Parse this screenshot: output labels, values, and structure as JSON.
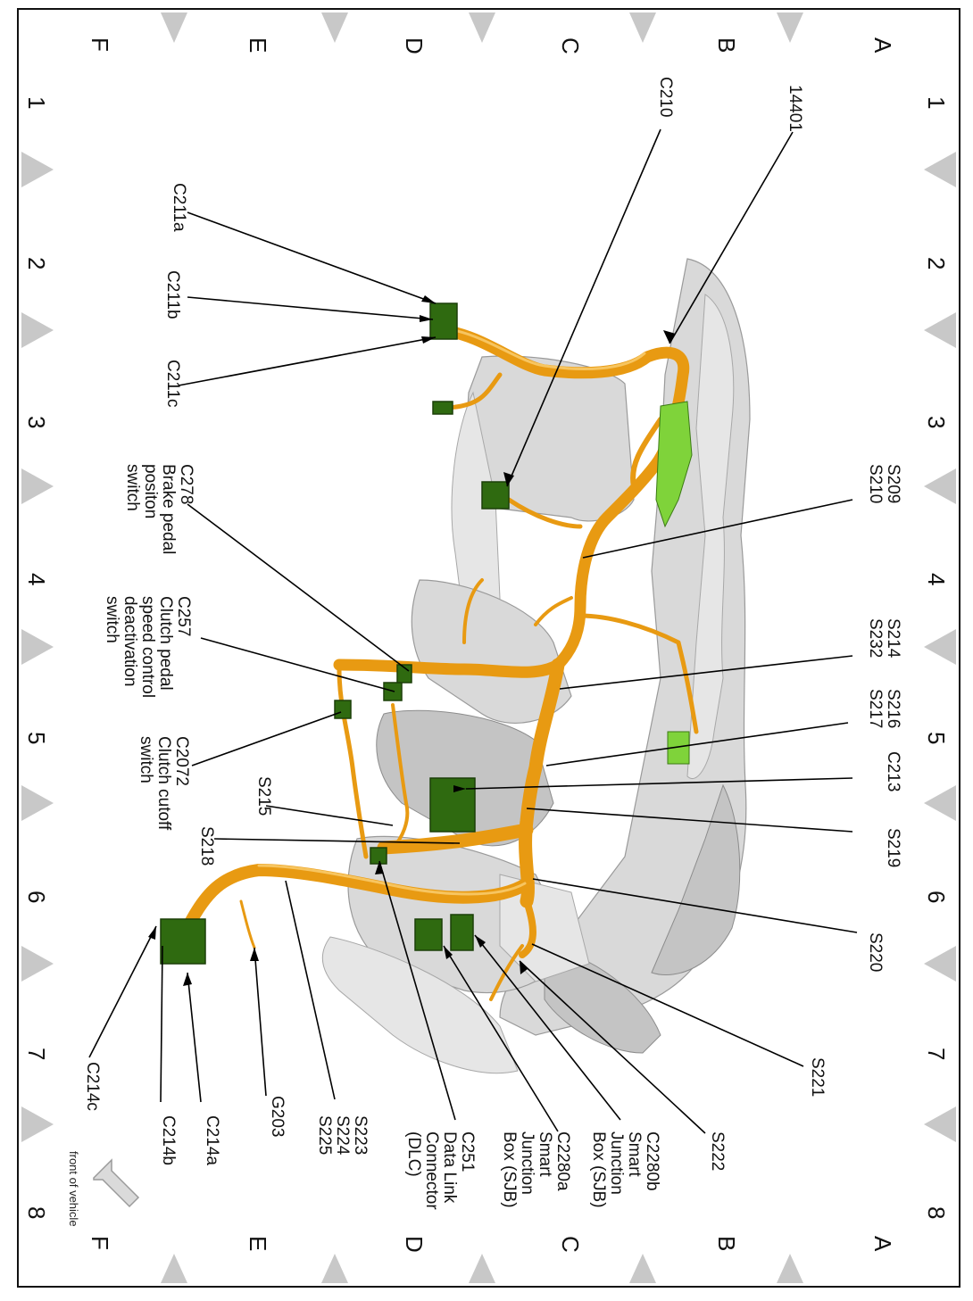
{
  "grid": {
    "letters_left_right": [
      "A",
      "B",
      "C",
      "D",
      "E",
      "F"
    ],
    "numbers_top_bottom": [
      "1",
      "2",
      "3",
      "4",
      "5",
      "6",
      "7",
      "8"
    ]
  },
  "callouts": {
    "c14401": [
      "14401"
    ],
    "c210": [
      "C210"
    ],
    "c211a": [
      "C211a"
    ],
    "c211b": [
      "C211b"
    ],
    "c211c": [
      "C211c"
    ],
    "s209": [
      "S209",
      "S210"
    ],
    "c278": [
      "C278",
      "Brake pedal",
      "positon",
      "switch"
    ],
    "c257": [
      "C257",
      "Clutch pedal",
      "speed control",
      "deactivation",
      "switch"
    ],
    "s214": [
      "S214",
      "S232"
    ],
    "s216": [
      "S216",
      "S217"
    ],
    "c2072": [
      "C2072",
      "Clutch cutoff",
      "switch"
    ],
    "c213": [
      "C213"
    ],
    "s215": [
      "S215"
    ],
    "s219": [
      "S219"
    ],
    "s218": [
      "S218"
    ],
    "s220": [
      "S220"
    ],
    "s221": [
      "S221"
    ],
    "s222": [
      "S222"
    ],
    "c2280b": [
      "C2280b",
      "Smart",
      "Junction",
      "Box (SJB)"
    ],
    "c2280a": [
      "C2280a",
      "Smart",
      "Junction",
      "Box (SJB)"
    ],
    "c251": [
      "C251",
      "Data Link",
      "Connector",
      "(DLC)"
    ],
    "s223": [
      "S223",
      "S224",
      "S225"
    ],
    "g203": [
      "G203"
    ],
    "c214a": [
      "C214a"
    ],
    "c214b": [
      "C214b"
    ],
    "c214c": [
      "C214c"
    ]
  },
  "front_label": "front of vehicle",
  "colors": {
    "harness": "#e89a12",
    "connector": "#2f6a10",
    "structure": "#d9d9d9",
    "grid_marker": "#c8c8c8"
  },
  "icons": {
    "front_arrow": "front-of-vehicle-arrow-icon"
  }
}
